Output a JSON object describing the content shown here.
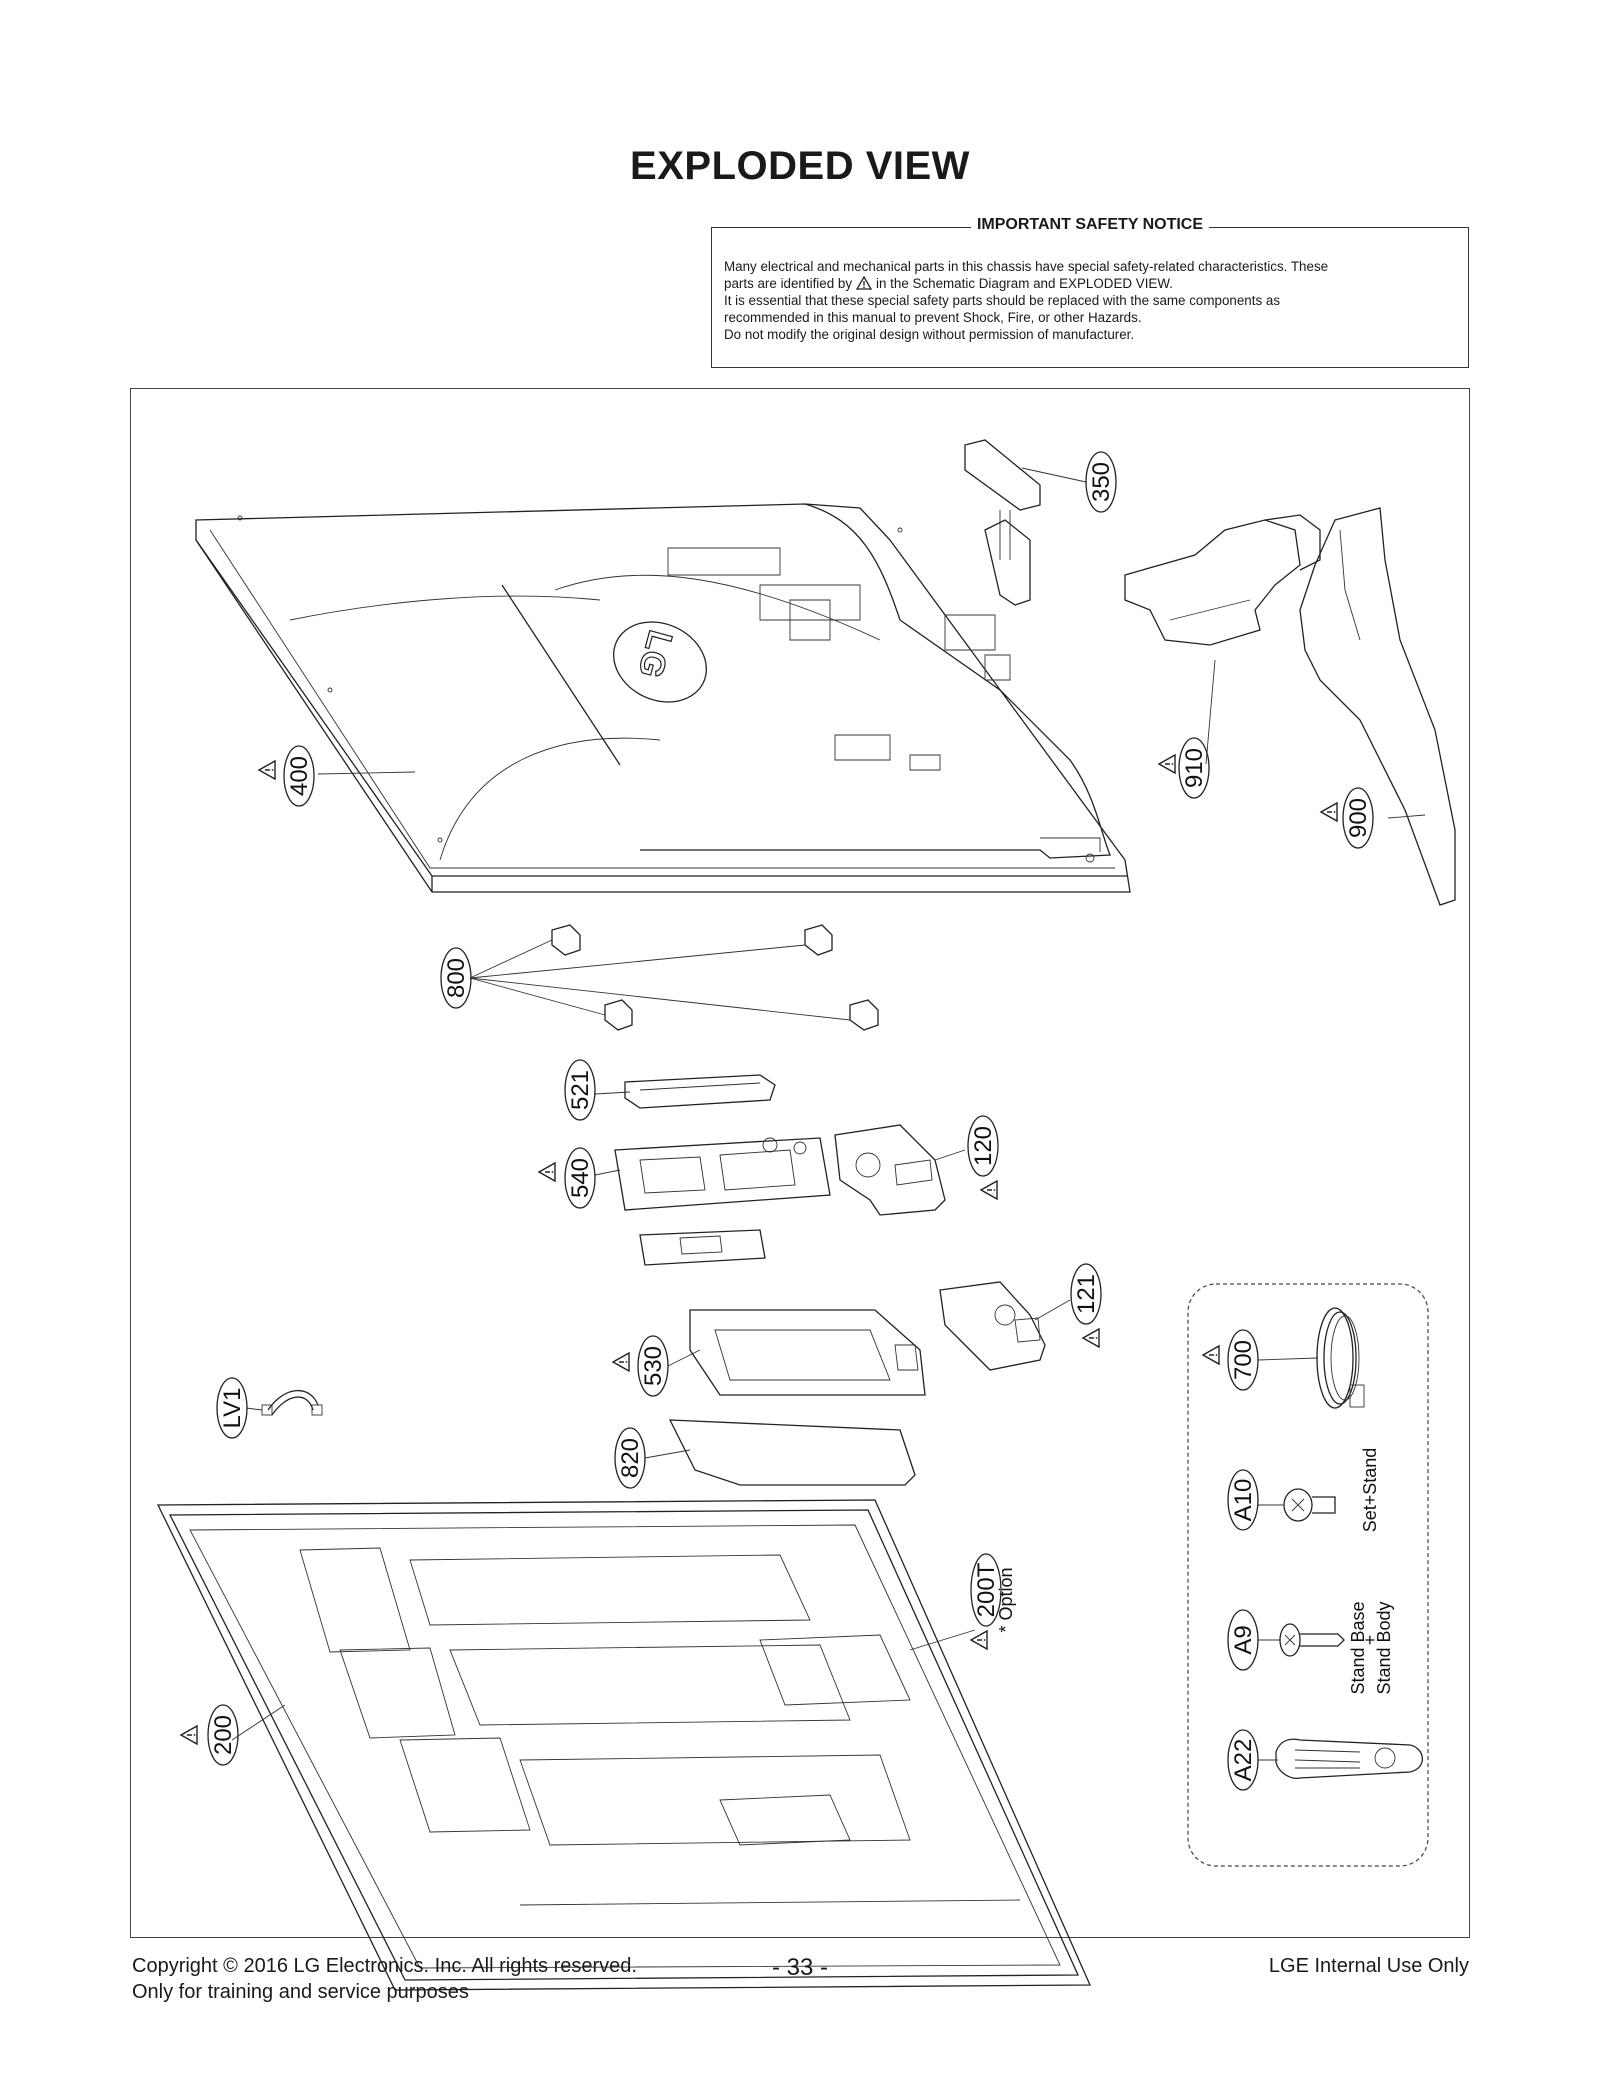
{
  "page": {
    "title": "EXPLODED VIEW",
    "page_number": "- 33 -"
  },
  "safety_notice": {
    "title": "IMPORTANT SAFETY NOTICE",
    "line1": "Many electrical and mechanical parts in this chassis have special safety-related characteristics. These",
    "line2a": "parts are identified by",
    "line2b": "in the Schematic Diagram and EXPLODED VIEW.",
    "line3": "It is essential that these special safety parts should be replaced with the same components as",
    "line4": "recommended in this manual to prevent Shock, Fire, or other Hazards.",
    "line5": "Do not modify the original design without permission of manufacturer."
  },
  "parts": {
    "p350": "350",
    "p400": "400",
    "p910": "910",
    "p900": "900",
    "p800": "800",
    "p521": "521",
    "p540": "540",
    "p120": "120",
    "p121": "121",
    "p530": "530",
    "pLV1": "LV1",
    "p820": "820",
    "p200T": "200T",
    "p200": "200",
    "p700": "700",
    "pA10": "A10",
    "pA9": "A9",
    "pA22": "A22"
  },
  "notes": {
    "option": "* Option",
    "set_stand": "Set+Stand",
    "stand_base": "Stand Base",
    "plus": "+",
    "stand_body": "Stand  Body"
  },
  "footer": {
    "copyright": "Copyright  © 2016 LG Electronics. Inc. All rights reserved.",
    "training": "Only for training and service purposes",
    "internal": "LGE Internal Use Only"
  }
}
